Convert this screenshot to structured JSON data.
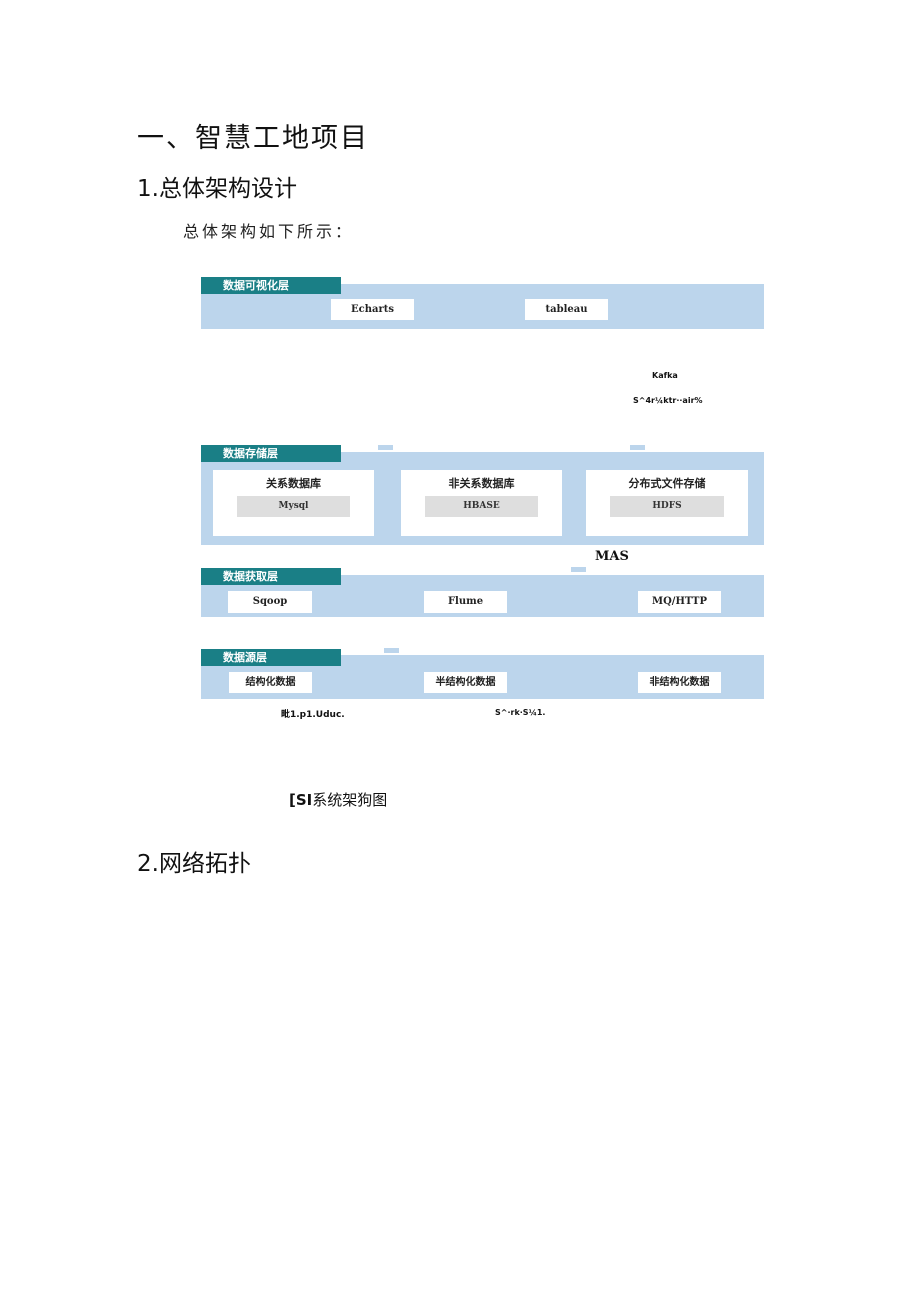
{
  "heading_main": "一、智慧工地项目",
  "section1_title": "1.总体架构设计",
  "intro_text": "总体架构如下所示：",
  "diagram": {
    "layer_visual": {
      "tag": "数据可视化层",
      "items": [
        "Echarts",
        "tableau"
      ]
    },
    "kafka": {
      "line1": "Kafka",
      "line2": "S^4r¼ktr··air%"
    },
    "layer_storage": {
      "tag": "数据存储层",
      "panels": [
        {
          "title": "关系数据库",
          "box": "Mysql"
        },
        {
          "title": "非关系数据库",
          "box": "HBASE"
        },
        {
          "title": "分布式文件存储",
          "box": "HDFS"
        }
      ]
    },
    "mas_label": "MAS",
    "layer_acquire": {
      "tag": "数据获取层",
      "items": [
        "Sqoop",
        "Flume",
        "MQ/HTTP"
      ]
    },
    "layer_source": {
      "tag": "数据源层",
      "items": [
        "结构化数据",
        "半结构化数据",
        "非结构化数据"
      ]
    },
    "footnote_left": "毗1.p1.Uduc.",
    "footnote_right": "S^·rk·S¼1."
  },
  "caption": {
    "prefix": "[SI",
    "text": "系统架狗图"
  },
  "section2_title": "2.网络拓扑",
  "colors": {
    "band": "#bcd5ec",
    "tag": "#1a7f86",
    "gray_box": "#dedede"
  }
}
